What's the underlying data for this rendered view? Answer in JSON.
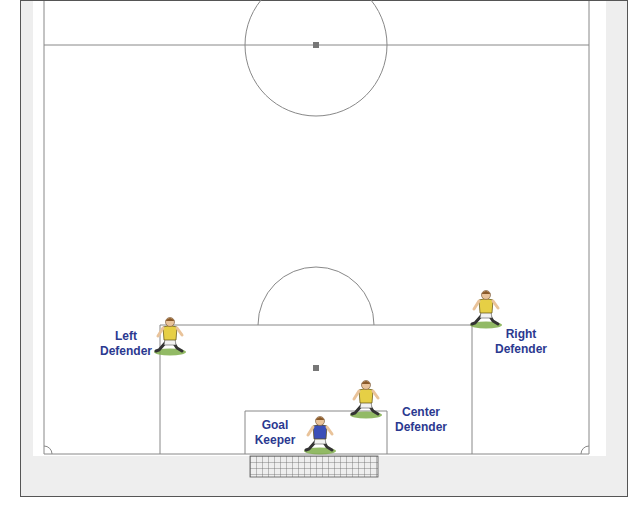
{
  "diagram": {
    "labels": [
      "Left Defender",
      "Right Defender",
      "Center Defender",
      "Goal Keeper"
    ]
  }
}
